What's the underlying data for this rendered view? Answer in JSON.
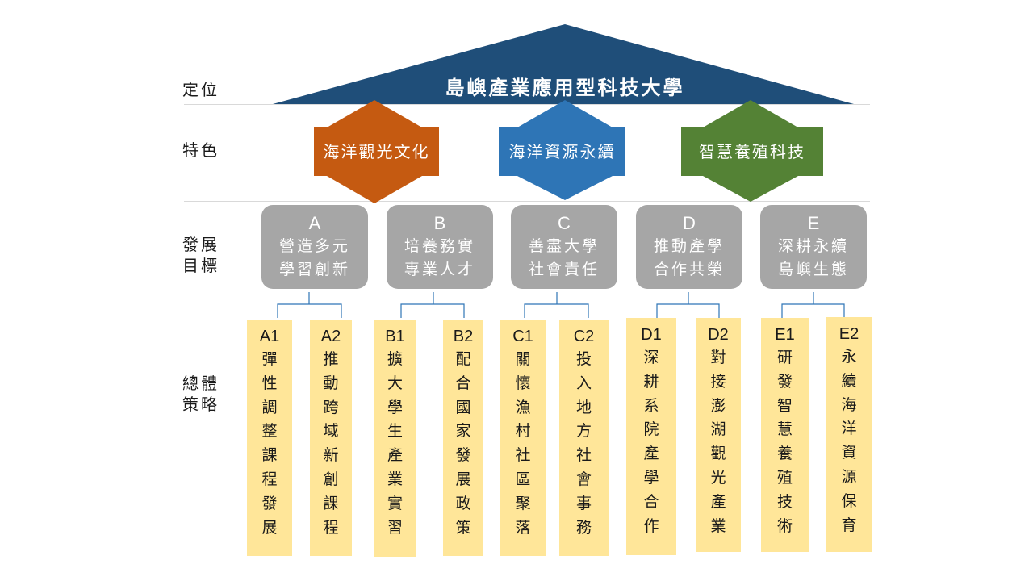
{
  "rows": {
    "position": "定位",
    "feature": "特色",
    "goal": "發展目標",
    "strategy": "總體策略"
  },
  "roof": {
    "title": "島嶼產業應用型科技大學",
    "color": "#1f4e79"
  },
  "features": [
    {
      "label": "海洋觀光文化",
      "color": "#c55a11"
    },
    {
      "label": "海洋資源永續",
      "color": "#2e75b6"
    },
    {
      "label": "智慧養殖科技",
      "color": "#548235"
    }
  ],
  "goals": [
    {
      "letter": "A",
      "text": "營造多元學習創新"
    },
    {
      "letter": "B",
      "text": "培養務實專業人才"
    },
    {
      "letter": "C",
      "text": "善盡大學社會責任"
    },
    {
      "letter": "D",
      "text": "推動產學合作共榮"
    },
    {
      "letter": "E",
      "text": "深耕永續島嶼生態"
    }
  ],
  "strategies": [
    {
      "code": "A1",
      "text": "彈性調整課程發展"
    },
    {
      "code": "A2",
      "text": "推動跨域新創課程"
    },
    {
      "code": "B1",
      "text": "擴大學生產業實習"
    },
    {
      "code": "B2",
      "text": "配合國家發展政策"
    },
    {
      "code": "C1",
      "text": "關懷漁村社區聚落"
    },
    {
      "code": "C2",
      "text": "投入地方社會事務"
    },
    {
      "code": "D1",
      "text": "深耕系院產學合作"
    },
    {
      "code": "D2",
      "text": "對接澎湖觀光產業"
    },
    {
      "code": "E1",
      "text": "研發智慧養殖技術"
    },
    {
      "code": "E2",
      "text": "永續海洋資源保育"
    }
  ],
  "colors": {
    "goal_box": "#a6a6a6",
    "strategy_box": "#ffe699",
    "connector": "#2e75b6"
  }
}
